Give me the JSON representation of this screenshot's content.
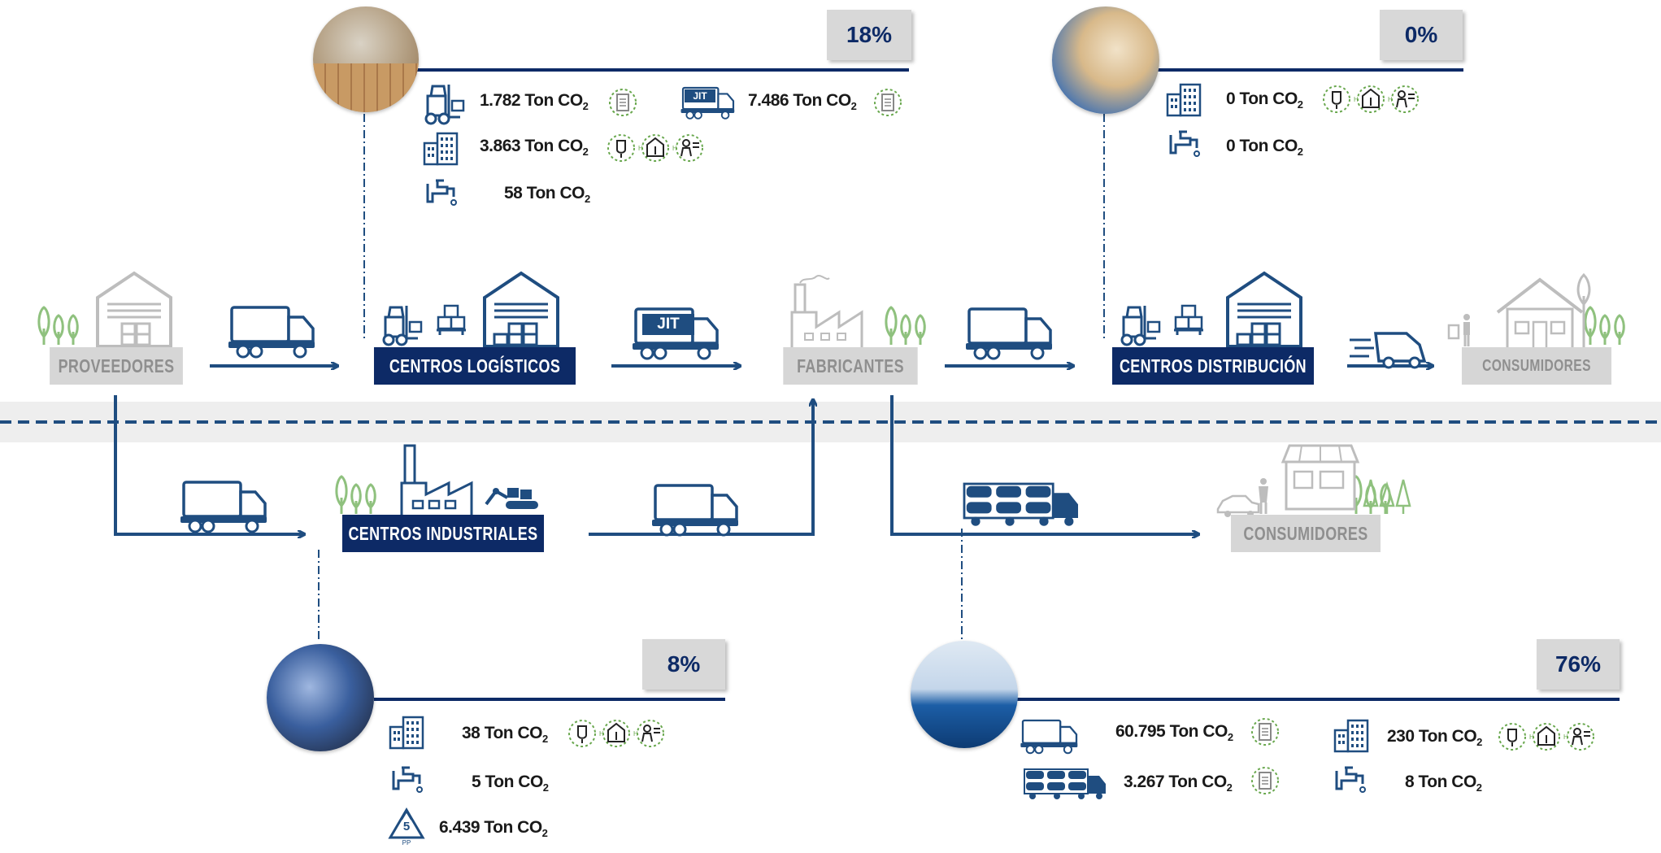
{
  "stages": {
    "proveedores": "PROVEEDORES",
    "centros_logisticos": "CENTROS LOGÍSTICOS",
    "fabricantes": "FABRICANTES",
    "centros_distribucion": "CENTROS DISTRIBUCIÓN",
    "consumidores_top": "CONSUMIDORES",
    "centros_industriales": "CENTROS INDUSTRIALES",
    "consumidores_bottom": "CONSUMIDORES"
  },
  "truck_labels": {
    "jit": "JIT",
    "jit_small": "JIT"
  },
  "unit": "Ton CO",
  "unit_sub": "2",
  "panels": {
    "logisticos": {
      "percent": "18%",
      "forklift_value": "1.782",
      "jit_value": "7.486",
      "building_value": "3.863",
      "water_value": "58"
    },
    "distribucion": {
      "percent": "0%",
      "building_value": "0",
      "water_value": "0"
    },
    "industriales": {
      "percent": "8%",
      "building_value": "38",
      "water_value": "5",
      "recycle_value": "6.439",
      "recycle_code": "5",
      "recycle_caption": "PP"
    },
    "fabricantes": {
      "percent": "76%",
      "truck_value": "60.795",
      "carrier_value": "3.267",
      "building_value": "230",
      "water_value": "8"
    }
  },
  "colors": {
    "navy": "#0d2a66",
    "line_blue": "#1f4d80",
    "grey_box": "#d6d6d6",
    "grey_text": "#8f8f8f",
    "tree_green": "#8fc17e",
    "dash_green": "#6aa84f"
  }
}
